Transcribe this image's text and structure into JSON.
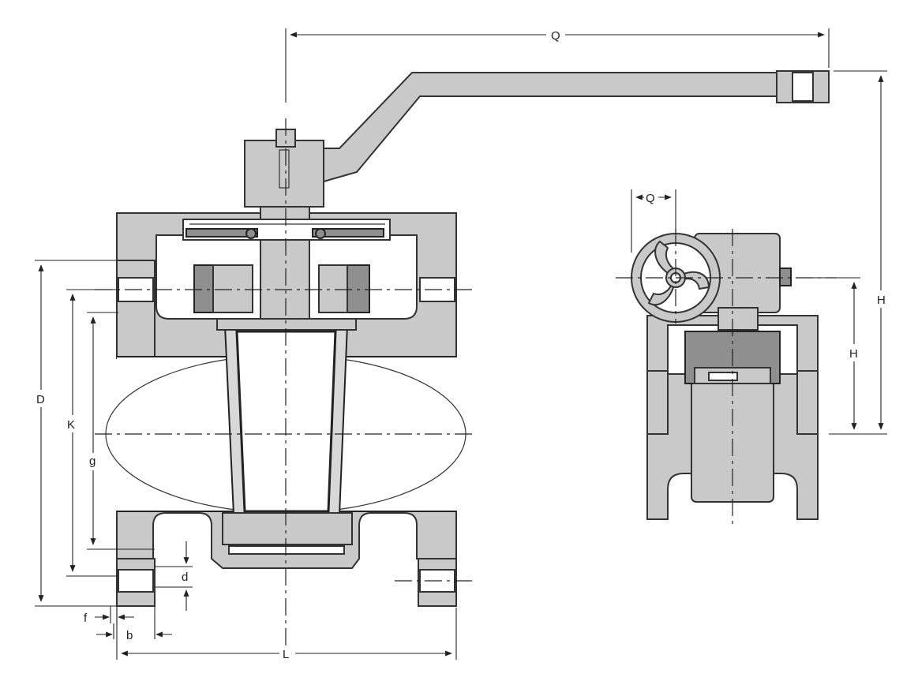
{
  "labels": {
    "Q_top": "Q",
    "H_outer": "H",
    "Q_side": "Q",
    "H_inner": "H",
    "D": "D",
    "K": "K",
    "g": "g",
    "d": "d",
    "f": "f",
    "b": "b",
    "L": "L"
  },
  "colors": {
    "body": "#c9c9c9",
    "line": "#222222",
    "background": "#ffffff"
  }
}
